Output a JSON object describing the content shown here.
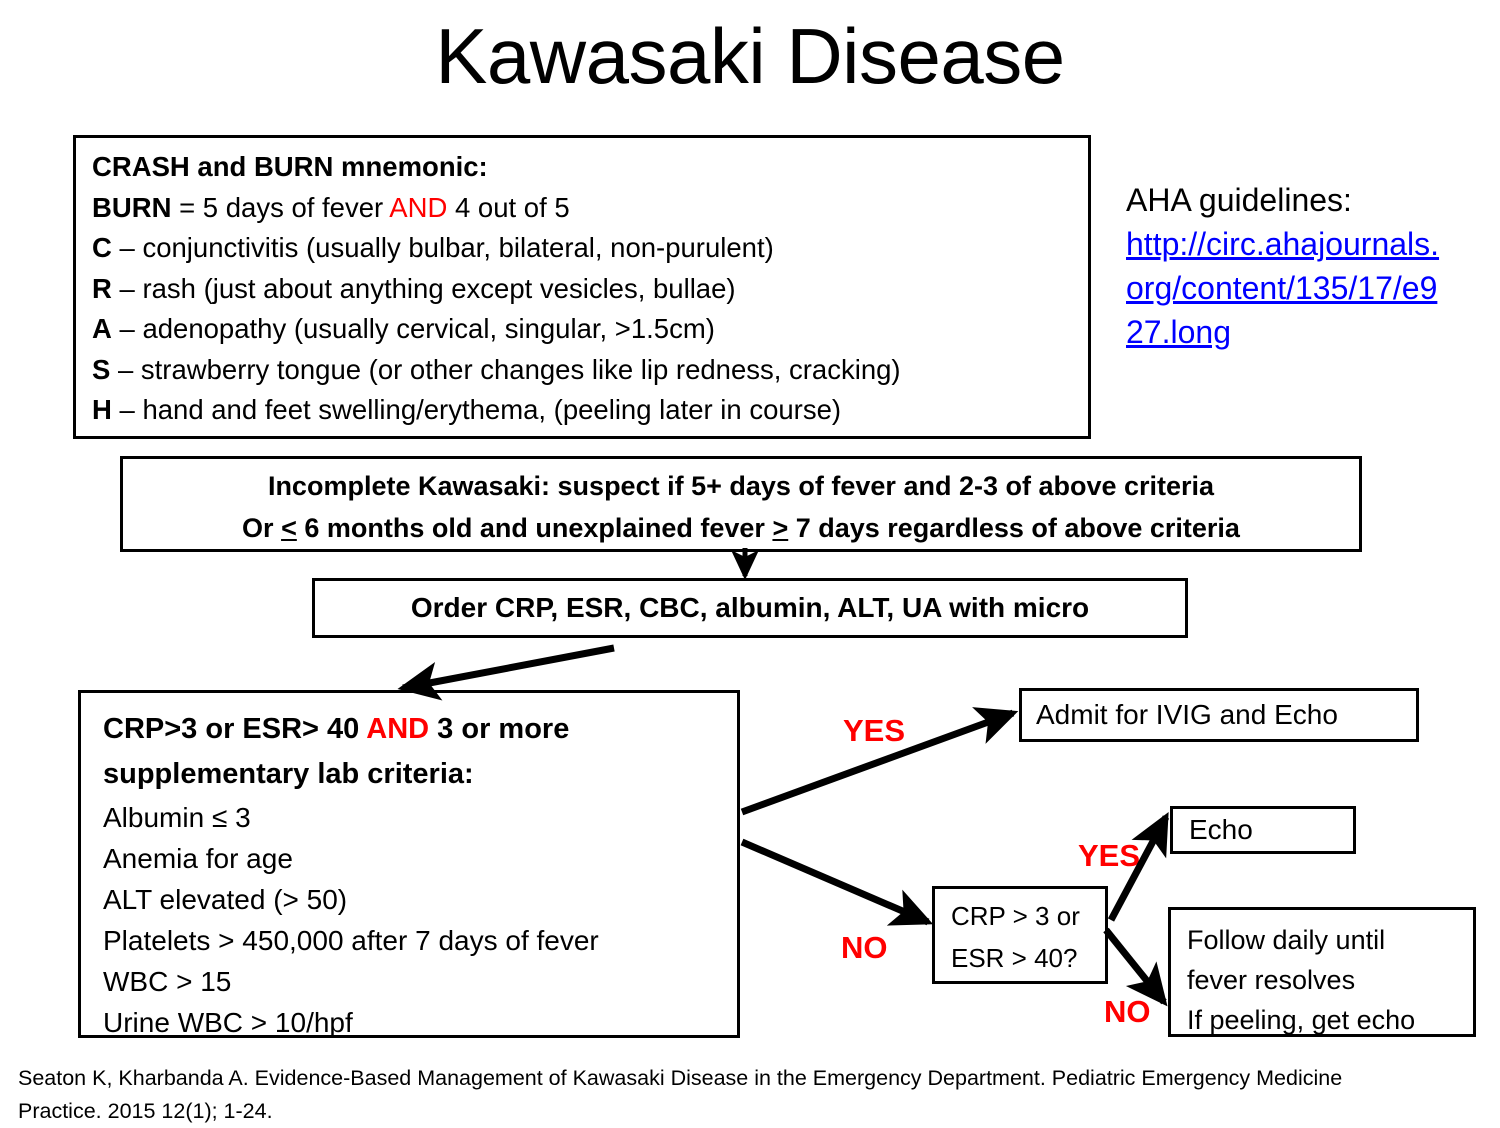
{
  "slide": {
    "title": "Kawasaki Disease",
    "background_color": "#FFFFFF",
    "accent_red": "#FF0000",
    "link_color": "#0000FF"
  },
  "mnemonic_box": {
    "heading": "CRASH and BURN mnemonic:",
    "burn_label": "BURN",
    "burn_text_before": " = 5 days of fever ",
    "burn_and": "AND",
    "burn_text_after": " 4 out of 5",
    "items": [
      {
        "letter": "C",
        "text": " – conjunctivitis (usually bulbar, bilateral, non-purulent)"
      },
      {
        "letter": "R",
        "text": " – rash (just about anything except vesicles, bullae)"
      },
      {
        "letter": "A",
        "text": " – adenopathy (usually cervical, singular, >1.5cm)"
      },
      {
        "letter": "S",
        "text": " – strawberry tongue (or other changes like lip redness, cracking)"
      },
      {
        "letter": "H",
        "text": " – hand and feet swelling/erythema, (peeling later in course)"
      }
    ]
  },
  "aha": {
    "label": "AHA guidelines:",
    "link_text": "http://circ.ahajournals.org/content/135/17/e927.long"
  },
  "incomplete_box": {
    "line1_a": "Incomplete Kawasaki:  suspect if 5+ days of fever and 2-3 of above criteria",
    "line2_a": "Or ",
    "line2_lte": "<",
    "line2_b": " 6 months old and unexplained fever ",
    "line2_gte": ">",
    "line2_c": " 7 days regardless of above criteria"
  },
  "order_box": {
    "text": "Order CRP, ESR, CBC, albumin, ALT, UA with micro"
  },
  "criteria_box": {
    "head_a": "CRP>3 or ESR> 40 ",
    "head_and": "AND",
    "head_b": " 3 or more",
    "head_line2": "supplementary lab criteria:",
    "items": [
      "Albumin ≤ 3",
      "Anemia for age",
      "ALT elevated (> 50)",
      "Platelets > 450,000 after 7 days of fever",
      "WBC > 15",
      "Urine WBC > 10/hpf"
    ]
  },
  "admit_box": {
    "text": "Admit for IVIG and Echo"
  },
  "echo_box": {
    "text": "Echo"
  },
  "decision_box": {
    "line1": "CRP > 3 or",
    "line2": "ESR > 40?"
  },
  "follow_box": {
    "line1": "Follow daily until",
    "line2": "fever resolves",
    "line3": "If peeling, get echo"
  },
  "edge_labels": {
    "yes_to_admit": "YES",
    "no_to_decision": "NO",
    "yes_to_echo": "YES",
    "no_to_follow": "NO"
  },
  "citation": {
    "line1": "Seaton K, Kharbanda A.  Evidence-Based Management of Kawasaki Disease in the Emergency Department. Pediatric Emergency Medicine",
    "line2": "Practice. 2015 12(1); 1-24."
  }
}
